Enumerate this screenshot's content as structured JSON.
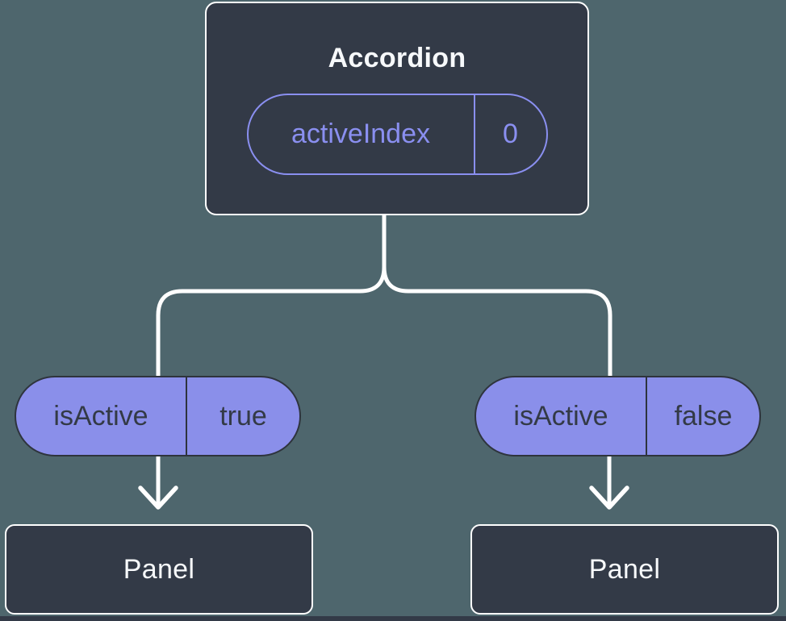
{
  "colors": {
    "background": "#4e666d",
    "node_fill": "#333a47",
    "node_border": "#ffffff",
    "node_text": "#f7f9fb",
    "pill_fill": "#8a8fea",
    "pill_dark_border": "#2e343d",
    "pill_dark_text": "#333a46",
    "accent_purple": "#8a8ff0",
    "connector": "#ffffff"
  },
  "root_node": {
    "title": "Accordion",
    "prop_name": "activeIndex",
    "prop_value": "0"
  },
  "left_branch": {
    "prop_name": "isActive",
    "prop_value": "true",
    "child_title": "Panel"
  },
  "right_branch": {
    "prop_name": "isActive",
    "prop_value": "false",
    "child_title": "Panel"
  }
}
